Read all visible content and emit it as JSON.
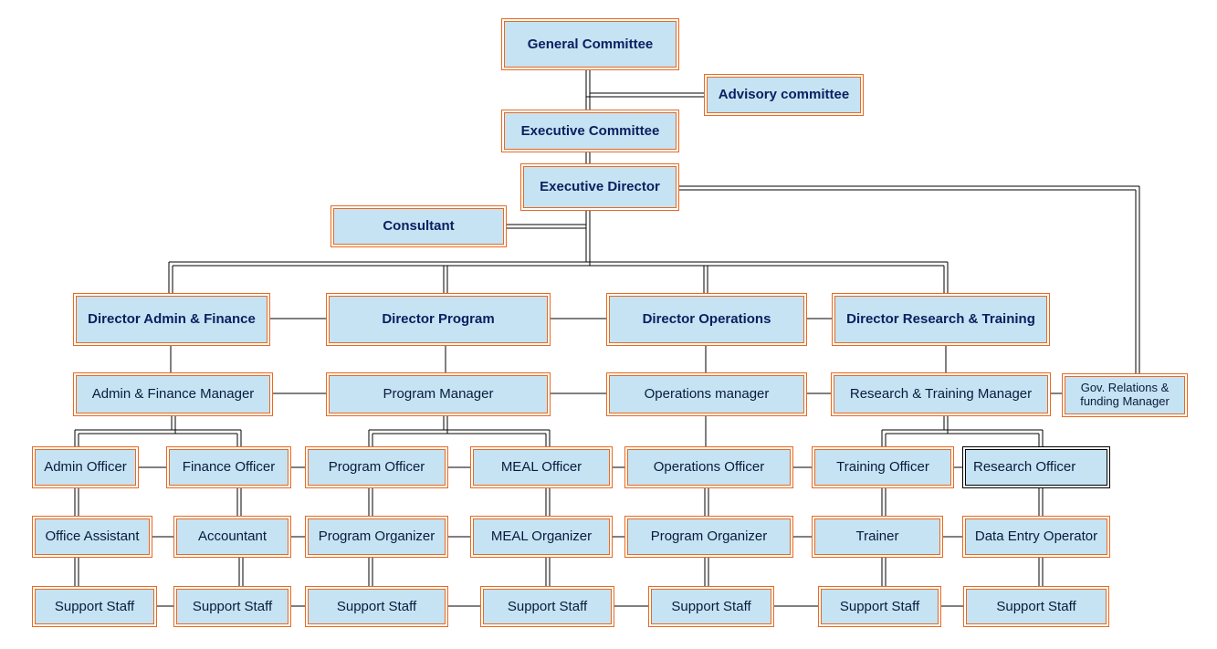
{
  "org": {
    "general_committee": "General Committee",
    "advisory_committee": "Advisory committee",
    "executive_committee": "Executive Committee",
    "executive_director": "Executive Director",
    "consultant": "Consultant",
    "gov_relations": "Gov. Relations & funding Manager",
    "directors": [
      "Director Admin & Finance",
      "Director Program",
      "Director Operations",
      "Director Research & Training"
    ],
    "managers": [
      "Admin & Finance Manager",
      "Program Manager",
      "Operations manager",
      "Research & Training Manager"
    ],
    "officers": [
      "Admin Officer",
      "Finance Officer",
      "Program Officer",
      "MEAL Officer",
      "Operations Officer",
      "Training Officer",
      "Research Officer"
    ],
    "staff_level": [
      "Office Assistant",
      "Accountant",
      "Program Organizer",
      "MEAL Organizer",
      "Program Organizer",
      "Trainer",
      "Data Entry Operator"
    ],
    "support": [
      "Support Staff",
      "Support Staff",
      "Support Staff",
      "Support Staff",
      "Support Staff",
      "Support Staff",
      "Support Staff"
    ]
  },
  "colors": {
    "box_fill": "#c5e3f3",
    "box_border": "#e8691f",
    "title_text": "#0b2060",
    "line": "#000000"
  }
}
